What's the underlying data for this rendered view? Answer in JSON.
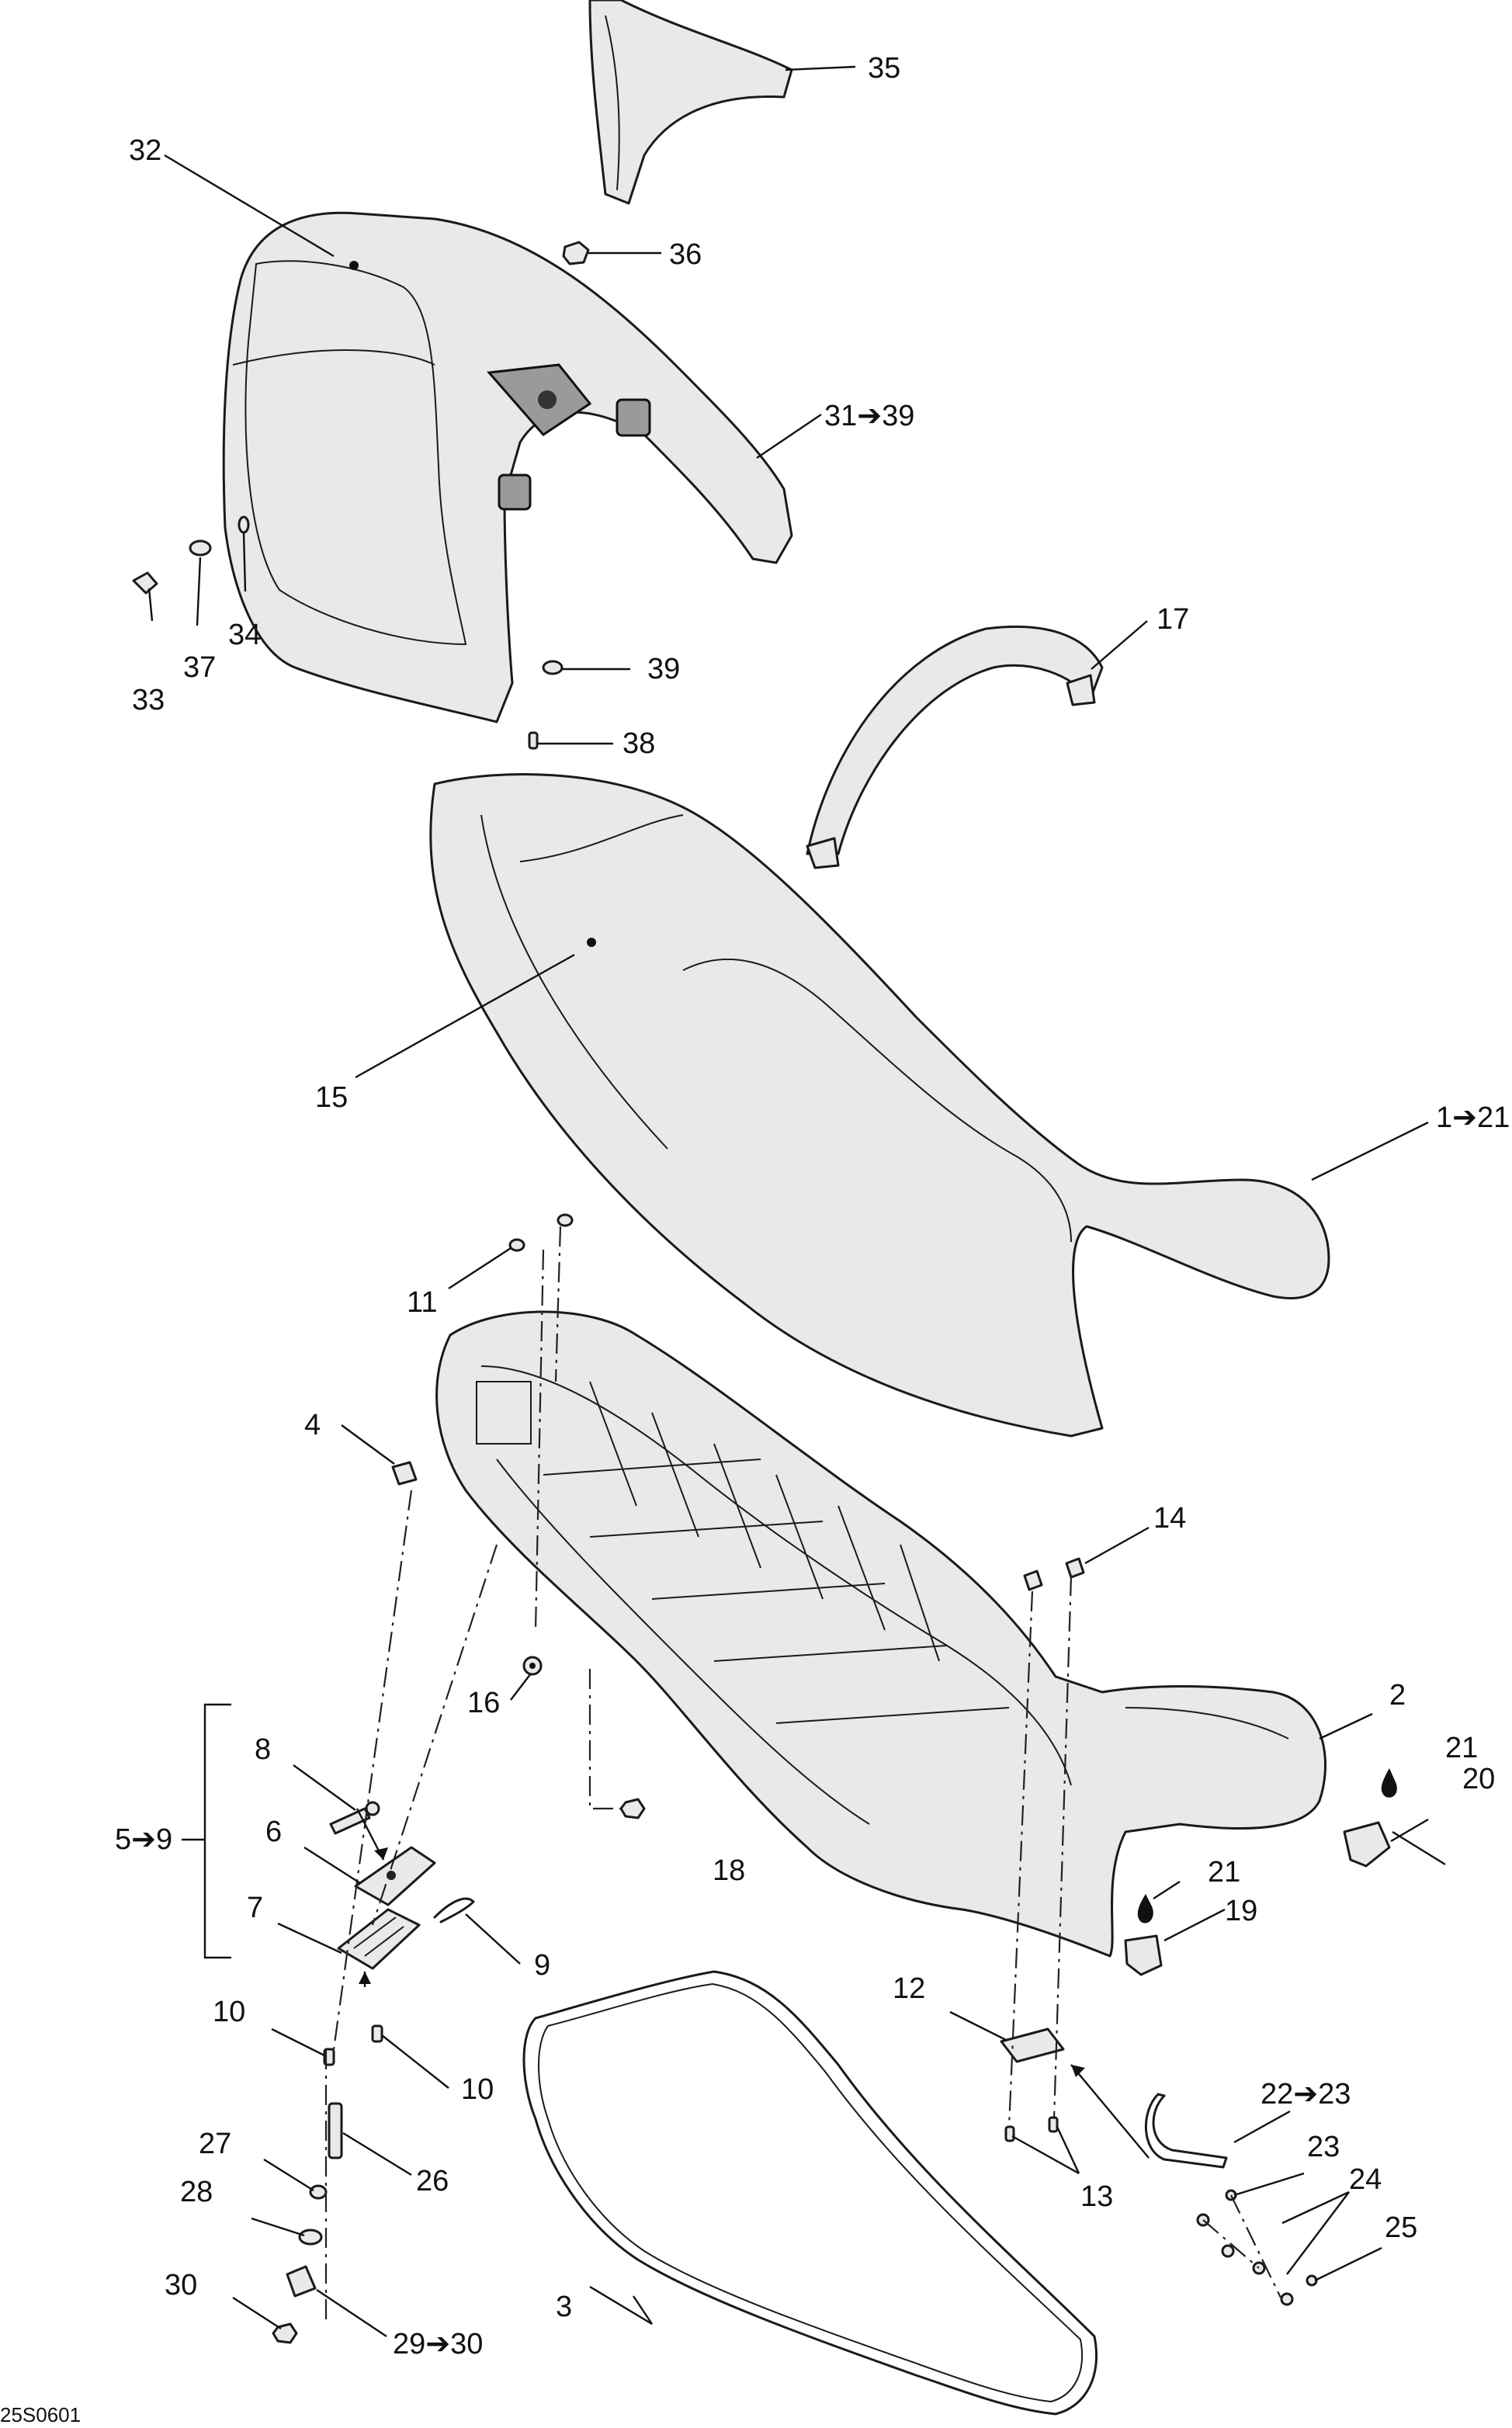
{
  "figure": {
    "code": "25S0601"
  },
  "callouts": {
    "c1": "1➔21",
    "c2": "2",
    "c3": "3",
    "c4": "4",
    "c5": "5➔9",
    "c6": "6",
    "c7": "7",
    "c8": "8",
    "c9": "9",
    "c10a": "10",
    "c10b": "10",
    "c11": "11",
    "c12": "12",
    "c13": "13",
    "c14": "14",
    "c15": "15",
    "c16": "16",
    "c17": "17",
    "c18": "18",
    "c19": "19",
    "c20": "20",
    "c21a": "21",
    "c21b": "21",
    "c22": "22➔23",
    "c23": "23",
    "c24": "24",
    "c25": "25",
    "c26": "26",
    "c27": "27",
    "c28": "28",
    "c29": "29➔30",
    "c30": "30",
    "c31": "31➔39",
    "c32": "32",
    "c33": "33",
    "c34": "34",
    "c35": "35",
    "c36": "36",
    "c37": "37",
    "c38": "38",
    "c39": "39"
  }
}
